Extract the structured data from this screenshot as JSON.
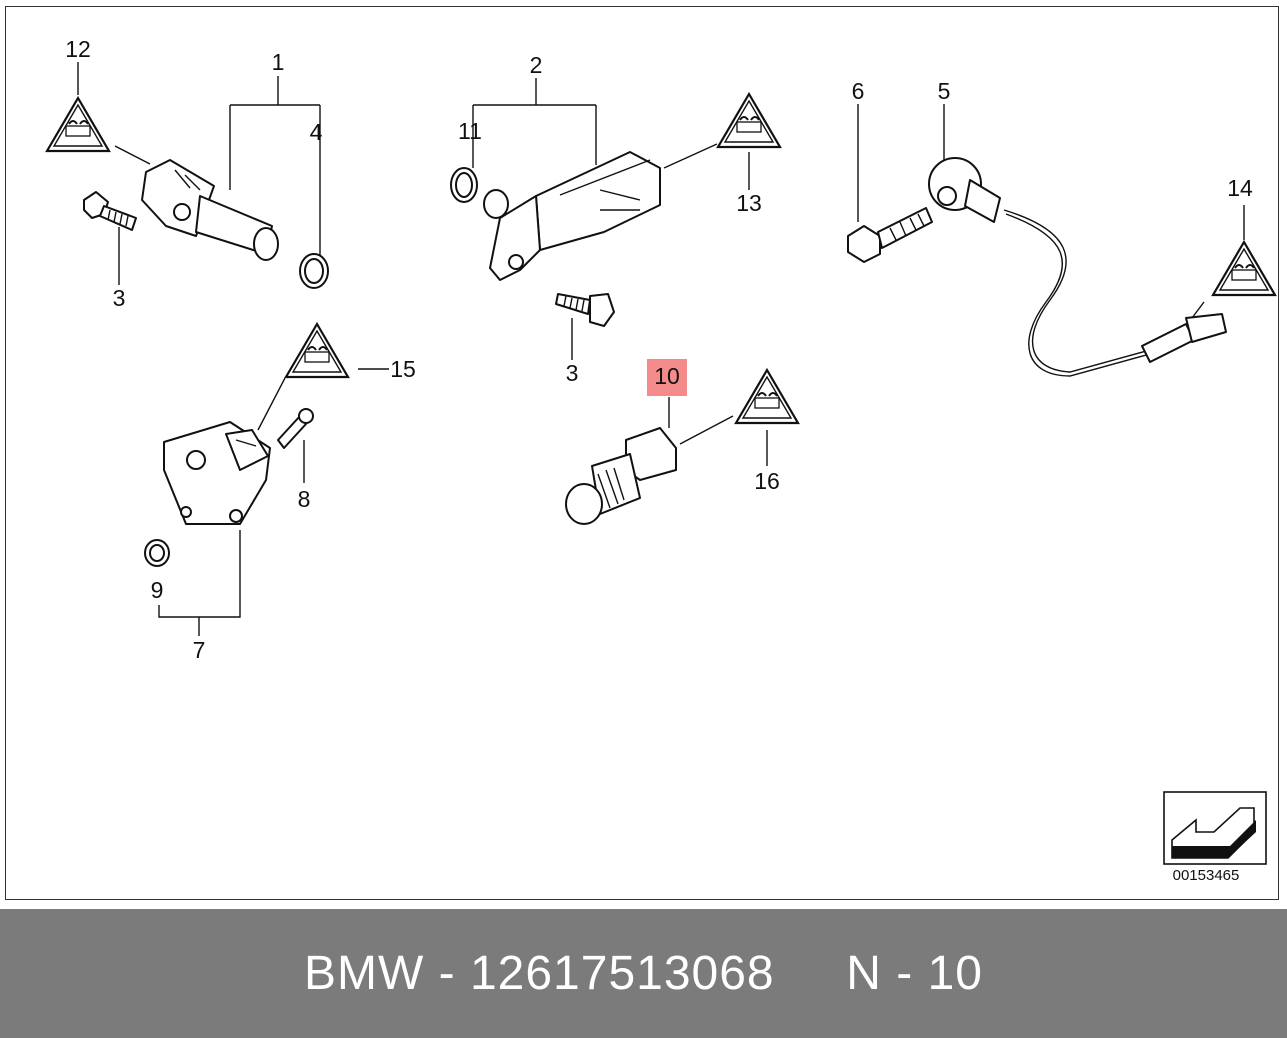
{
  "diagram": {
    "reference_number": "00153465",
    "highlight_color": "#f48a8a",
    "callouts": {
      "c1": "1",
      "c2": "2",
      "c3a": "3",
      "c3b": "3",
      "c4": "4",
      "c5": "5",
      "c6": "6",
      "c7": "7",
      "c8": "8",
      "c9": "9",
      "c10": "10",
      "c11": "11",
      "c12": "12",
      "c13": "13",
      "c14": "14",
      "c15": "15",
      "c16": "16"
    }
  },
  "caption": {
    "text": "BMW - 12617513068     N - 10",
    "background": "#7b7b7b"
  }
}
